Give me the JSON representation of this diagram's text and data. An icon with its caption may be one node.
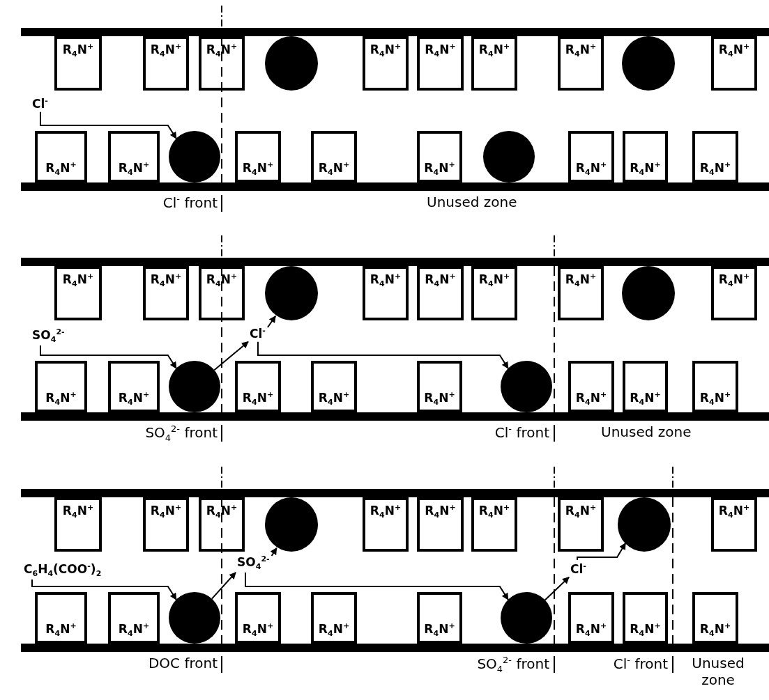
{
  "diagram": {
    "nodes": [
      {
        "text": [
          "R$_{4}$N$^{+}$"
        ]
      },
      {
        "text": [
          "R$_{4}$N$^{+}$"
        ]
      },
      {
        "text": [
          "R$_{4}$N$^{+}$"
        ]
      },
      {
        "text": [],
        "shape": "circle"
      },
      {
        "text": [
          "R$_{4}$N$^{+}$"
        ]
      },
      {
        "text": [
          "R$_{4}$N$^{+}$"
        ]
      },
      {
        "text": [
          "R$_{4}$N$^{+}$"
        ]
      },
      {
        "text": [
          "R$_{4}$N$^{+}$"
        ]
      },
      {
        "text": [],
        "shape": "circle"
      },
      {
        "text": [
          "R$_{4}$N$^{+}$"
        ]
      },
      {
        "text": [
          "Cl$^{-}$"
        ]
      },
      {
        "text": [
          "R$_{4}$N$^{+}$"
        ]
      },
      {
        "text": [
          "R$_{4}$N$^{+}$"
        ]
      },
      {
        "text": [],
        "shape": "circle"
      },
      {
        "text": [
          "R$_{4}$N$^{+}$"
        ]
      },
      {
        "text": [
          "R$_{4}$N$^{+}$"
        ]
      },
      {
        "text": [
          "R$_{4}$N$^{+}$"
        ]
      },
      {
        "text": [],
        "shape": "circle"
      },
      {
        "text": [
          "R$_{4}$N$^{+}$"
        ]
      },
      {
        "text": [
          "R$_{4}$N$^{+}$"
        ]
      },
      {
        "text": [
          "R$_{4}$N$^{+}$"
        ]
      },
      {
        "text": [
          "R$_{4}$N$^{+}$"
        ]
      },
      {
        "text": [
          "R$_{4}$N$^{+}$"
        ]
      },
      {
        "text": [
          "R$_{4}$N$^{+}$"
        ]
      },
      {
        "text": [],
        "shape": "circle"
      },
      {
        "text": [
          "R$_{4}$N$^{+}$"
        ]
      },
      {
        "text": [
          "R$_{4}$N$^{+}$"
        ]
      },
      {
        "text": [
          "R$_{4}$N$^{+}$"
        ]
      },
      {
        "text": [
          "R$_{4}$N$^{+}$"
        ]
      },
      {
        "text": [],
        "shape": "circle"
      },
      {
        "text": [
          "R$_{4}$N$^{+}$"
        ]
      },
      {
        "text": [
          "SO$_{4}$$^{2-}$"
        ]
      },
      {
        "text": [
          "Cl$^{-}$"
        ]
      },
      {
        "text": [
          "R$_{4}$N$^{+}$"
        ]
      },
      {
        "text": [
          "R$_{4}$N$^{+}$"
        ]
      },
      {
        "text": [],
        "shape": "circle"
      },
      {
        "text": [
          "R$_{4}$N$^{+}$"
        ]
      },
      {
        "text": [
          "R$_{4}$N$^{+}$"
        ]
      },
      {
        "text": [
          "R$_{4}$N$^{+}$"
        ]
      },
      {
        "text": [],
        "shape": "circle"
      },
      {
        "text": [
          "R$_{4}$N$^{+}$"
        ]
      },
      {
        "text": [
          "R$_{4}$N$^{+}$"
        ]
      },
      {
        "text": [
          "R$_{4}$N$^{+}$"
        ]
      },
      {
        "text": [
          "R$_{4}$N$^{+}$"
        ]
      },
      {
        "text": [
          "R$_{4}$N$^{+}$"
        ]
      },
      {
        "text": [
          "R$_{4}$N$^{+}$"
        ]
      },
      {
        "text": [],
        "shape": "circle"
      },
      {
        "text": [
          "R$_{4}$N$^{+}$"
        ]
      },
      {
        "text": [
          "R$_{4}$N$^{+}$"
        ]
      },
      {
        "text": [
          "R$_{4}$N$^{+}$"
        ]
      },
      {
        "text": [
          "R$_{4}$N$^{+}$"
        ]
      },
      {
        "text": [],
        "shape": "circle"
      },
      {
        "text": [
          "R$_{4}$N$^{+}$"
        ]
      },
      {
        "text": [
          "C$_{6}$H$_{4}$(COO$^{-}$)$_{2}$"
        ]
      },
      {
        "text": [
          "SO$_{4}$$^{2-}$"
        ]
      },
      {
        "text": [
          "Cl$^{-}$"
        ]
      },
      {
        "text": [
          "R$_{4}$N$^{+}$"
        ]
      },
      {
        "text": [
          "R$_{4}$N$^{+}$"
        ]
      },
      {
        "text": [],
        "shape": "circle"
      },
      {
        "text": [
          "R$_{4}$N$^{+}$"
        ]
      },
      {
        "text": [
          "R$_{4}$N$^{+}$"
        ]
      },
      {
        "text": [
          "R$_{4}$N$^{+}$"
        ]
      },
      {
        "text": [],
        "shape": "circle"
      },
      {
        "text": [
          "R$_{4}$N$^{+}$"
        ]
      },
      {
        "text": [
          "R$_{4}$N$^{+}$"
        ]
      },
      {
        "text": [
          "R$_{4}$N$^{+}$"
        ]
      }
    ],
    "edges": [
      {
        "from": 10,
        "to": 13,
        "arrow": "to"
      },
      {
        "from": 31,
        "to": 35,
        "arrow": "to"
      },
      {
        "from": 35,
        "to": 32,
        "arrow": "to"
      },
      {
        "from": 32,
        "to": 24,
        "arrow": "to"
      },
      {
        "from": 32,
        "to": 39,
        "arrow": "to"
      },
      {
        "from": 53,
        "to": 58,
        "arrow": "to"
      },
      {
        "from": 58,
        "to": 54,
        "arrow": "to"
      },
      {
        "from": 54,
        "to": 46,
        "arrow": "to"
      },
      {
        "from": 54,
        "to": 62,
        "arrow": "to"
      },
      {
        "from": 62,
        "to": 55,
        "arrow": "to"
      },
      {
        "from": 55,
        "to": 51,
        "arrow": "to"
      }
    ],
    "labels": [
      "Cl$^{-}$ front",
      "Unused zone",
      "SO$_{4}$$^{2-}$ front",
      "Cl$^{-}$ front",
      "Unused zone",
      "DOC front",
      "SO$_{4}$$^{2-}$ front",
      "Cl$^{-}$ front",
      "Unused zone"
    ]
  }
}
